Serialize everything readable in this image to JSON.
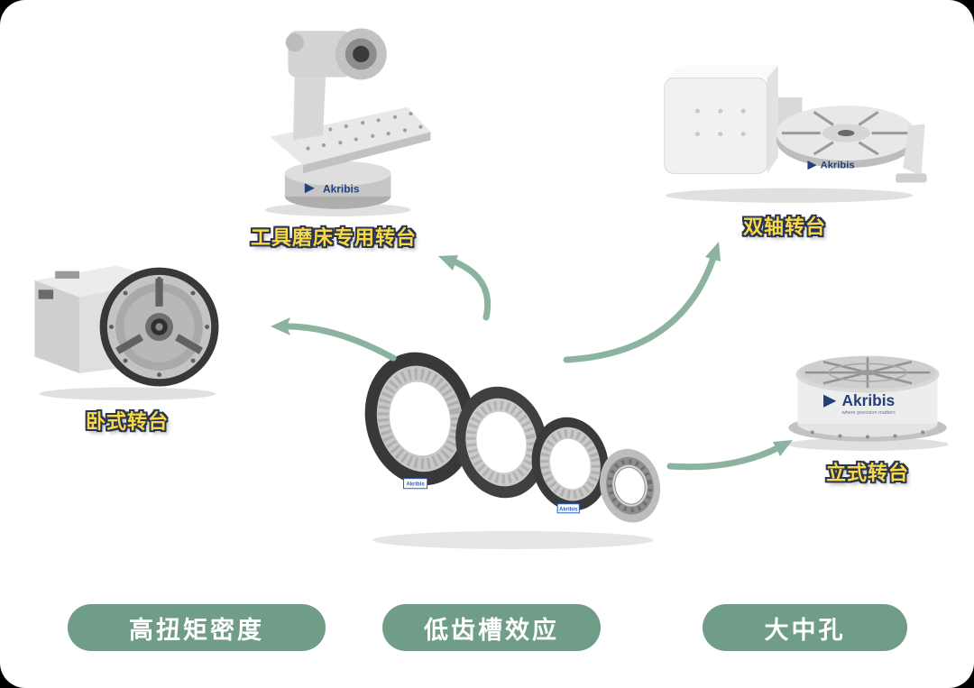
{
  "diagram": {
    "brand": "Akribis",
    "tagline": "where precision matters",
    "products": [
      {
        "id": "tool-grinder-table",
        "label": "工具磨床专用转台"
      },
      {
        "id": "dual-axis-table",
        "label": "双轴转台"
      },
      {
        "id": "horizontal-table",
        "label": "卧式转台"
      },
      {
        "id": "vertical-table",
        "label": "立式转台"
      }
    ],
    "features": [
      {
        "label": "高扭矩密度"
      },
      {
        "label": "低齿槽效应"
      },
      {
        "label": "大中孔"
      }
    ]
  },
  "colors": {
    "pill_green": "#6f9d87",
    "arrow_green": "#8bb3a0",
    "label_yellow": "#f8d844",
    "label_outline": "#2a3550",
    "canvas_bg": "#ffffff"
  }
}
